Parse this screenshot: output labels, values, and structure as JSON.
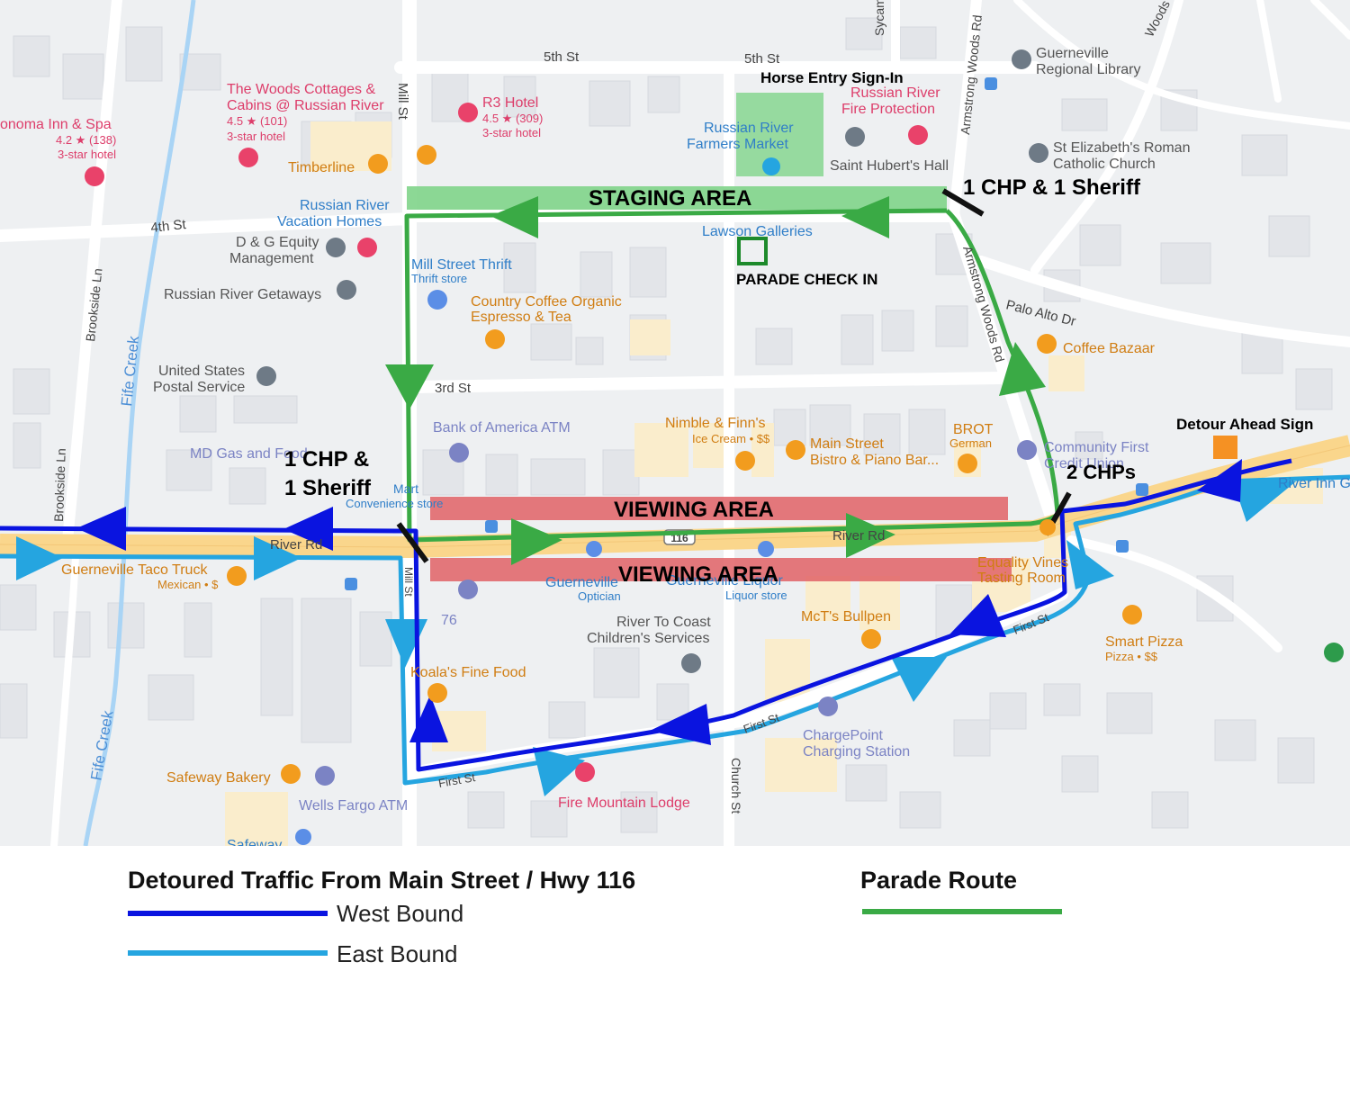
{
  "map": {
    "annotations": {
      "horse_entry": "Horse Entry Sign-In",
      "staging_area": "STAGING AREA",
      "parade_check_in": "PARADE CHECK IN",
      "viewing_area_north": "VIEWING AREA",
      "viewing_area_south": "VIEWING AREA",
      "chp_sheriff_ne": "1 CHP & 1 Sheriff",
      "chp_sheriff_w_line1": "1 CHP &",
      "chp_sheriff_w_line2": "1 Sheriff",
      "two_chps": "2 CHPs",
      "detour_sign": "Detour Ahead Sign"
    },
    "streets": {
      "fifth_st_a": "5th St",
      "fifth_st_b": "5th St",
      "fourth_st": "4th St",
      "third_st": "3rd St",
      "first_st_a": "First St",
      "first_st_b": "First St",
      "first_st_c": "First St",
      "mill_st": "Mill St",
      "mill_st_south": "Mill St",
      "church_st": "Church St",
      "armstrong": "Armstrong Woods Rd",
      "armstrong_lower": "Armstrong Woods Rd",
      "palo_alto": "Palo Alto Dr",
      "brookside_a": "Brookside Ln",
      "brookside_b": "Brookside Ln",
      "fife_creek_a": "Fife Creek",
      "fife_creek_b": "Fife Creek",
      "river_rd_w": "River Rd",
      "river_rd_c": "River Rd",
      "sycamore": "Sycam",
      "woods": "Woods",
      "hwy": "116"
    },
    "places": {
      "woods_cottages_1": "The Woods Cottages &",
      "woods_cottages_2": "Cabins @ Russian River",
      "woods_cottages_rating": "4.5 ★ (101)",
      "woods_cottages_type": "3-star hotel",
      "sonoma_inn": "onoma Inn & Spa",
      "sonoma_inn_rating": "4.2 ★ (138)",
      "sonoma_inn_type": "3-star hotel",
      "r3_hotel": "R3 Hotel",
      "r3_rating": "4.5 ★ (309)",
      "r3_type": "3-star hotel",
      "timberline": "Timberline",
      "rr_vacation_1": "Russian River",
      "rr_vacation_2": "Vacation Homes",
      "dg_equity_1": "D & G Equity",
      "dg_equity_2": "Management",
      "rr_getaways": "Russian River Getaways",
      "usps_1": "United States",
      "usps_2": "Postal Service",
      "md_gas": "MD Gas and Food",
      "mill_thrift": "Mill Street Thrift",
      "mill_thrift_type": "Thrift store",
      "country_coffee_1": "Country Coffee Organic",
      "country_coffee_2": "Espresso & Tea",
      "bofa": "Bank of America ATM",
      "nimble_finns": "Nimble & Finn's",
      "nimble_type": "Ice Cream • $$",
      "main_street_1": "Main Street",
      "main_street_2": "Bistro & Piano Bar...",
      "brot": "BROT",
      "brot_type": "German",
      "community_first_1": "Community First",
      "community_first_2": "Credit Union",
      "coffee_bazaar": "Coffee Bazaar",
      "library_1": "Guerneville",
      "library_2": "Regional Library",
      "fire_1": "Russian River",
      "fire_2": "Fire Protection",
      "st_hubert": "Saint Hubert's Hall",
      "st_elizabeth_1": "St Elizabeth's Roman",
      "st_elizabeth_2": "Catholic Church",
      "farmers_1": "Russian River",
      "farmers_2": "Farmers Market",
      "lawson": "Lawson Galleries",
      "mart_1": "Mart",
      "mart_2": "Convenience store",
      "taco_truck": "Guerneville Taco Truck",
      "taco_type": "Mexican • $",
      "gville_optician_1": "Guerneville",
      "gville_optician_2": "Optician",
      "gville_liquor_1": "Guerneville Liquor",
      "gville_liquor_2": "Liquor store",
      "seventy_six": "76",
      "river_to_coast_1": "River To Coast",
      "river_to_coast_2": "Children's Services",
      "mcts": "McT's Bullpen",
      "equality_1": "Equality Vines",
      "equality_2": "Tasting Room",
      "koalas": "Koala's Fine Food",
      "chargepoint_1": "ChargePoint",
      "chargepoint_2": "Charging Station",
      "fire_mountain": "Fire Mountain Lodge",
      "safeway_bakery": "Safeway Bakery",
      "wells_fargo": "Wells Fargo ATM",
      "safeway": "Safeway",
      "smart_pizza": "Smart Pizza",
      "smart_pizza_type": "Pizza • $$",
      "river_inn": "River Inn G"
    }
  },
  "legend": {
    "detour_title": "Detoured Traffic From Main Street / Hwy 116",
    "west_bound": "West Bound",
    "east_bound": "East Bound",
    "parade_title": "Parade Route"
  },
  "colors": {
    "parade_green": "#3aaa45",
    "west_bound": "#0a14e0",
    "east_bound": "#25a5e0",
    "viewing_red": "#e06266",
    "staging_green": "#7fd48a",
    "highway": "#fad68c",
    "detour_orange": "#f59123"
  }
}
